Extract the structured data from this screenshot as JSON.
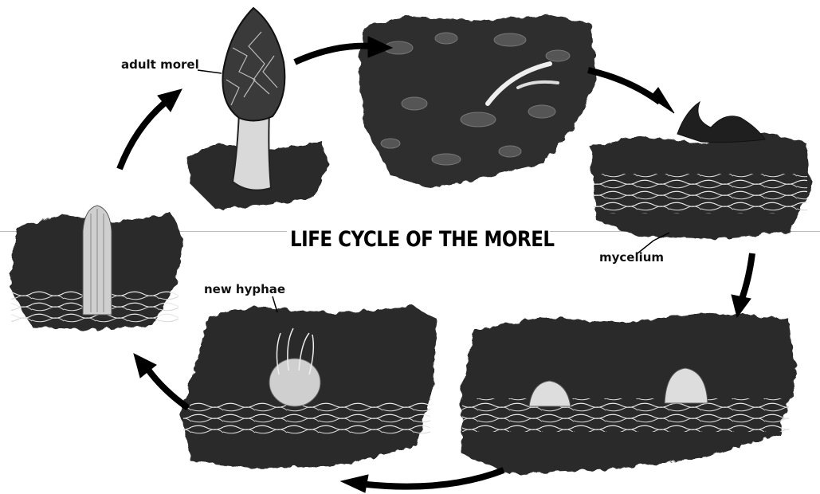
{
  "diagram": {
    "title": "LIFE CYCLE OF THE MOREL",
    "stages": [
      {
        "label": "adult morel"
      },
      {
        "label": ""
      },
      {
        "label": "mycelium"
      },
      {
        "label": ""
      },
      {
        "label": "new hyphae"
      },
      {
        "label": ""
      }
    ],
    "colors": {
      "soil": "#2b2b2b",
      "hyphae": "#f2f2f2",
      "arrow": "#000000",
      "background": "#ffffff"
    }
  }
}
